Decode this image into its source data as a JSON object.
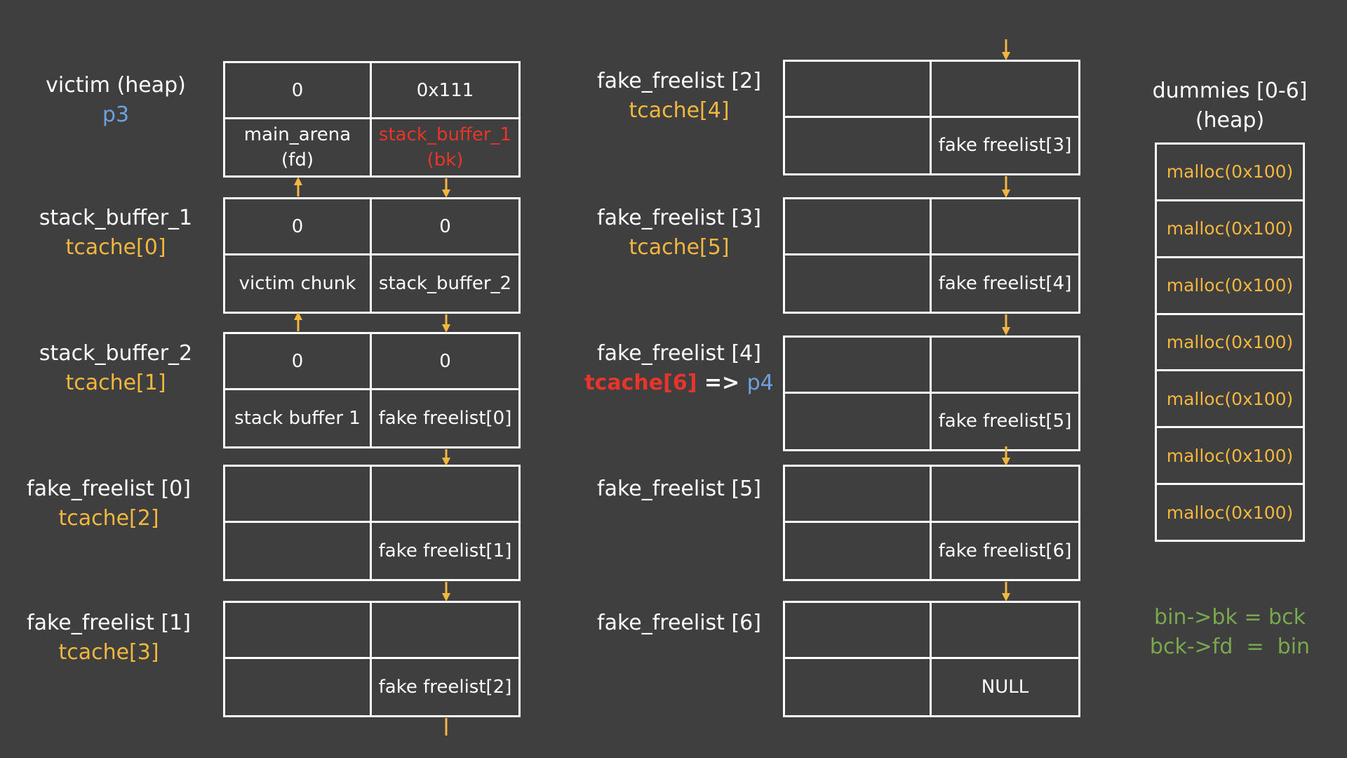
{
  "labels": {
    "victim": {
      "line1": "victim (heap)",
      "line2": "p3"
    },
    "sb1": {
      "line1": "stack_buffer_1",
      "line2": "tcache[0]"
    },
    "sb2": {
      "line1": "stack_buffer_2",
      "line2": "tcache[1]"
    },
    "ff0": {
      "line1": "fake_freelist [0]",
      "line2": "tcache[2]"
    },
    "ff1": {
      "line1": "fake_freelist [1]",
      "line2": "tcache[3]"
    },
    "ff2": {
      "line1": "fake_freelist [2]",
      "line2": "tcache[4]"
    },
    "ff3": {
      "line1": "fake_freelist [3]",
      "line2": "tcache[5]"
    },
    "ff4": {
      "line1": "fake_freelist [4]",
      "line2_red": "tcache[6]",
      "line2_arrow": " => ",
      "line2_blue": "p4"
    },
    "ff5": {
      "line1": "fake_freelist [5]"
    },
    "ff6": {
      "line1": "fake_freelist [6]"
    },
    "dummies": {
      "line1": "dummies [0-6]",
      "line2": "(heap)"
    }
  },
  "chunks": {
    "victim": {
      "tl": "0",
      "tr": "0x111",
      "bl1": "main_arena",
      "bl2": "(fd)",
      "br1": "stack_buffer_1",
      "br2": "(bk)"
    },
    "sb1": {
      "tl": "0",
      "tr": "0",
      "bl": "victim chunk",
      "br": "stack_buffer_2"
    },
    "sb2": {
      "tl": "0",
      "tr": "0",
      "bl": "stack buffer 1",
      "br": "fake freelist[0]"
    },
    "ff0": {
      "tl": "",
      "tr": "",
      "bl": "",
      "br": "fake freelist[1]"
    },
    "ff1": {
      "tl": "",
      "tr": "",
      "bl": "",
      "br": "fake freelist[2]"
    },
    "ff2": {
      "tl": "",
      "tr": "",
      "bl": "",
      "br": "fake freelist[3]"
    },
    "ff3": {
      "tl": "",
      "tr": "",
      "bl": "",
      "br": "fake freelist[4]"
    },
    "ff4": {
      "tl": "",
      "tr": "",
      "bl": "",
      "br": "fake freelist[5]"
    },
    "ff5": {
      "tl": "",
      "tr": "",
      "bl": "",
      "br": "fake freelist[6]"
    },
    "ff6": {
      "tl": "",
      "tr": "",
      "bl": "",
      "br": "NULL"
    }
  },
  "dummies": [
    "malloc(0x100)",
    "malloc(0x100)",
    "malloc(0x100)",
    "malloc(0x100)",
    "malloc(0x100)",
    "malloc(0x100)",
    "malloc(0x100)"
  ],
  "note": {
    "line1": "bin->bk = bck",
    "line2": "bck->fd  =  bin"
  },
  "colors": {
    "background": "#3f3f3f",
    "arrow": "#f3b73f",
    "tcache": "#f3b73f",
    "pointer": "#6fa0de",
    "highlight": "#e8352b",
    "note": "#79a84f"
  }
}
